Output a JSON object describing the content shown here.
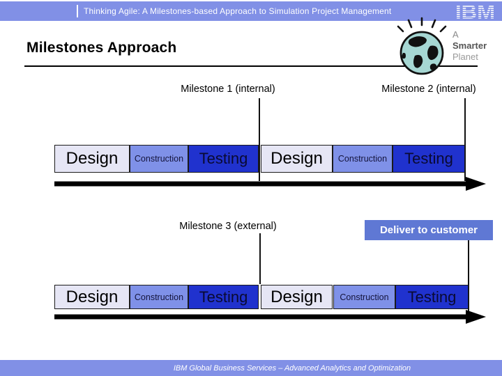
{
  "header": {
    "title": "Thinking Agile: A Milestones-based Approach to Simulation Project Management",
    "logo": "IBM"
  },
  "slide_title": "Milestones Approach",
  "smarter_planet": {
    "a": "A",
    "smarter": "Smarter",
    "planet": "Planet"
  },
  "timeline1": {
    "milestone1_label": "Milestone 1 (internal)",
    "milestone2_label": "Milestone 2 (internal)",
    "phases": [
      {
        "name": "Design"
      },
      {
        "name": "Construction"
      },
      {
        "name": "Testing"
      },
      {
        "name": "Design"
      },
      {
        "name": "Construction"
      },
      {
        "name": "Testing"
      }
    ]
  },
  "timeline2": {
    "milestone3_label": "Milestone 3 (external)",
    "deliver_label": "Deliver to customer",
    "phases": [
      {
        "name": "Design"
      },
      {
        "name": "Construction"
      },
      {
        "name": "Testing"
      },
      {
        "name": "Design"
      },
      {
        "name": "Construction"
      },
      {
        "name": "Testing"
      }
    ]
  },
  "footer": {
    "text": "IBM Global Business Services – Advanced Analytics and Optimization"
  },
  "colors": {
    "bar_blue": "#8190E6",
    "design_box": "#E6E6F5",
    "construction_box": "#7F91E8",
    "testing_box": "#2032CE",
    "deliver_box": "#5F78D4",
    "arrow": "#000000"
  }
}
